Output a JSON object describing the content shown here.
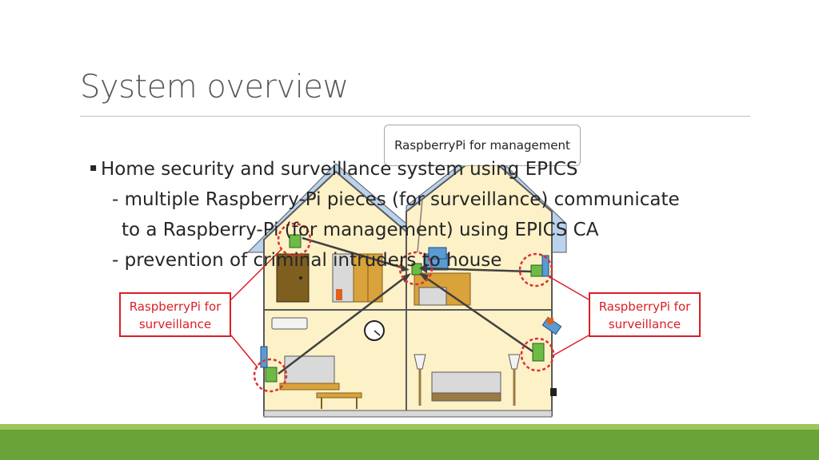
{
  "title": "System overview",
  "bullets": {
    "marker": "▪",
    "line1": "Home security and surveillance system using EPICS",
    "line2": "- multiple Raspberry-Pi pieces (for surveillance) communicate",
    "line3": "to a Raspberry-Pi (for management) using EPICS CA",
    "line4": "- prevention of criminal intruders to house"
  },
  "diagram": {
    "management_label": "RaspberryPi for management",
    "surveillance_left": {
      "line1": "RaspberryPi for",
      "line2": "surveillance"
    },
    "surveillance_right": {
      "line1": "RaspberryPi for",
      "line2": "surveillance"
    }
  },
  "colors": {
    "title_text": "#595959",
    "body_text": "#262626",
    "house_fill": "#fdf1c8",
    "house_outline": "#595959",
    "highlight_circle": "#e03030",
    "label_red": "#d91f26",
    "device_green": "#6dbb45",
    "device_blue": "#5b9bd5",
    "footer_light": "#9bc75a",
    "footer_dark": "#6aa338"
  }
}
